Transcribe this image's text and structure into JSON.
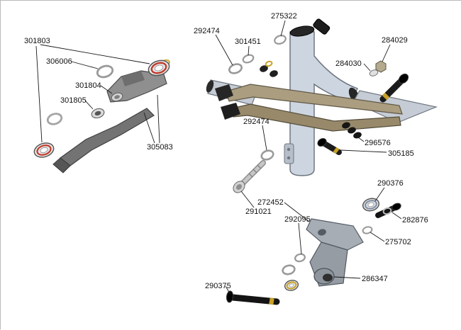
{
  "diagram": {
    "kind": "exploded-parts-diagram",
    "subject": "bicycle rear-suspension frame and linkage parts",
    "colors": {
      "frame_tube": "#cdd5e0",
      "swingarm_tan": "#ab9e80",
      "link_gray": "#8f8f8f",
      "bolt_black": "#1b1b1b",
      "washer_gold": "#c9a227",
      "bearing_seal_red": "#c0392b",
      "leader_line": "#1a1a1a"
    },
    "labels": [
      {
        "part_number": "301803"
      },
      {
        "part_number": "306006"
      },
      {
        "part_number": "301804"
      },
      {
        "part_number": "301805"
      },
      {
        "part_number": "305083"
      },
      {
        "part_number": "292474"
      },
      {
        "part_number": "301451"
      },
      {
        "part_number": "275322"
      },
      {
        "part_number": "284029"
      },
      {
        "part_number": "284030"
      },
      {
        "part_number": "292474"
      },
      {
        "part_number": "296576"
      },
      {
        "part_number": "305185"
      },
      {
        "part_number": "291021"
      },
      {
        "part_number": "272452"
      },
      {
        "part_number": "292095"
      },
      {
        "part_number": "290376"
      },
      {
        "part_number": "282876"
      },
      {
        "part_number": "275702"
      },
      {
        "part_number": "286347"
      },
      {
        "part_number": "290375"
      }
    ]
  }
}
